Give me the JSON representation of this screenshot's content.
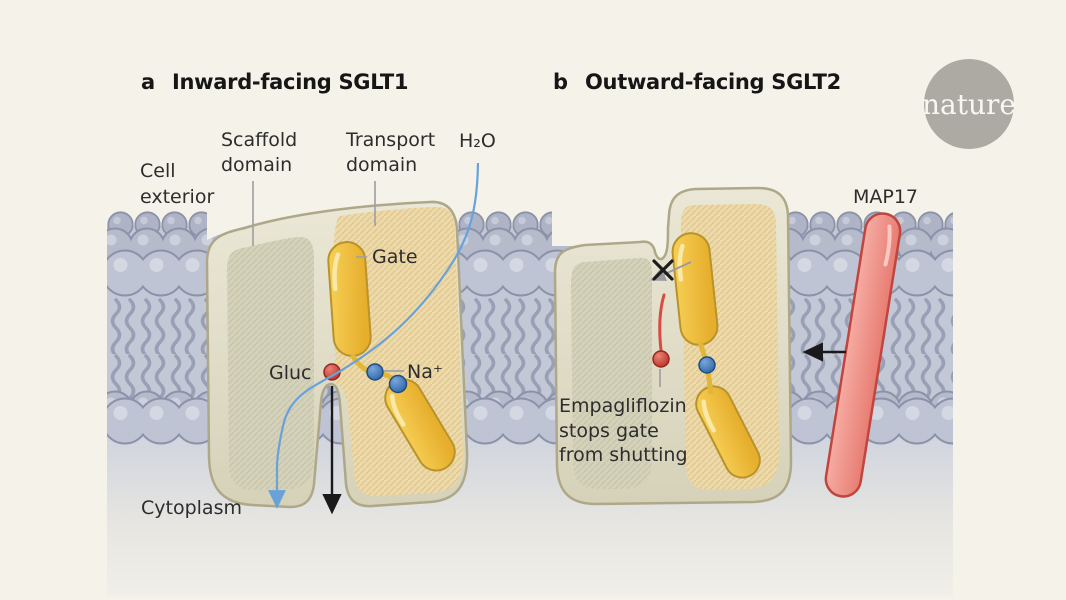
{
  "figure": {
    "background": "#f5f3e9",
    "logo": {
      "text": "nature",
      "circle_color": "#adaaa4",
      "text_color": "#f8f7f2"
    },
    "panel_a": {
      "label": "a",
      "title": "Inward-facing SGLT1",
      "annotations": {
        "cell_exterior": [
          "Cell",
          "exterior"
        ],
        "scaffold_domain": [
          "Scaffold",
          "domain"
        ],
        "transport_domain": [
          "Transport",
          "domain"
        ],
        "water": "H₂O",
        "gate": "Gate",
        "glucose": "Gluc",
        "sodium": "Na⁺",
        "cytoplasm": "Cytoplasm"
      }
    },
    "panel_b": {
      "label": "b",
      "title": "Outward-facing SGLT2",
      "annotations": {
        "map17": "MAP17",
        "empagliflozin": [
          "Empagliflozin",
          "stops gate",
          "from shutting"
        ]
      }
    },
    "colors": {
      "membrane_head": "#bfc4d4",
      "membrane_tail": "#99a0b6",
      "protein_shell": "#ddd9c2",
      "scaffold_domain_fill": "#d5d2bb",
      "transport_domain_fill": "#eddaab",
      "gate_yellow": "#f0c340",
      "map17_red": "#ef948b",
      "glucose_red": "#c23a2f",
      "sodium_blue": "#2f6cb3",
      "water_line_blue": "#69a2d9",
      "empagliflozin_red": "#d84b42"
    }
  }
}
